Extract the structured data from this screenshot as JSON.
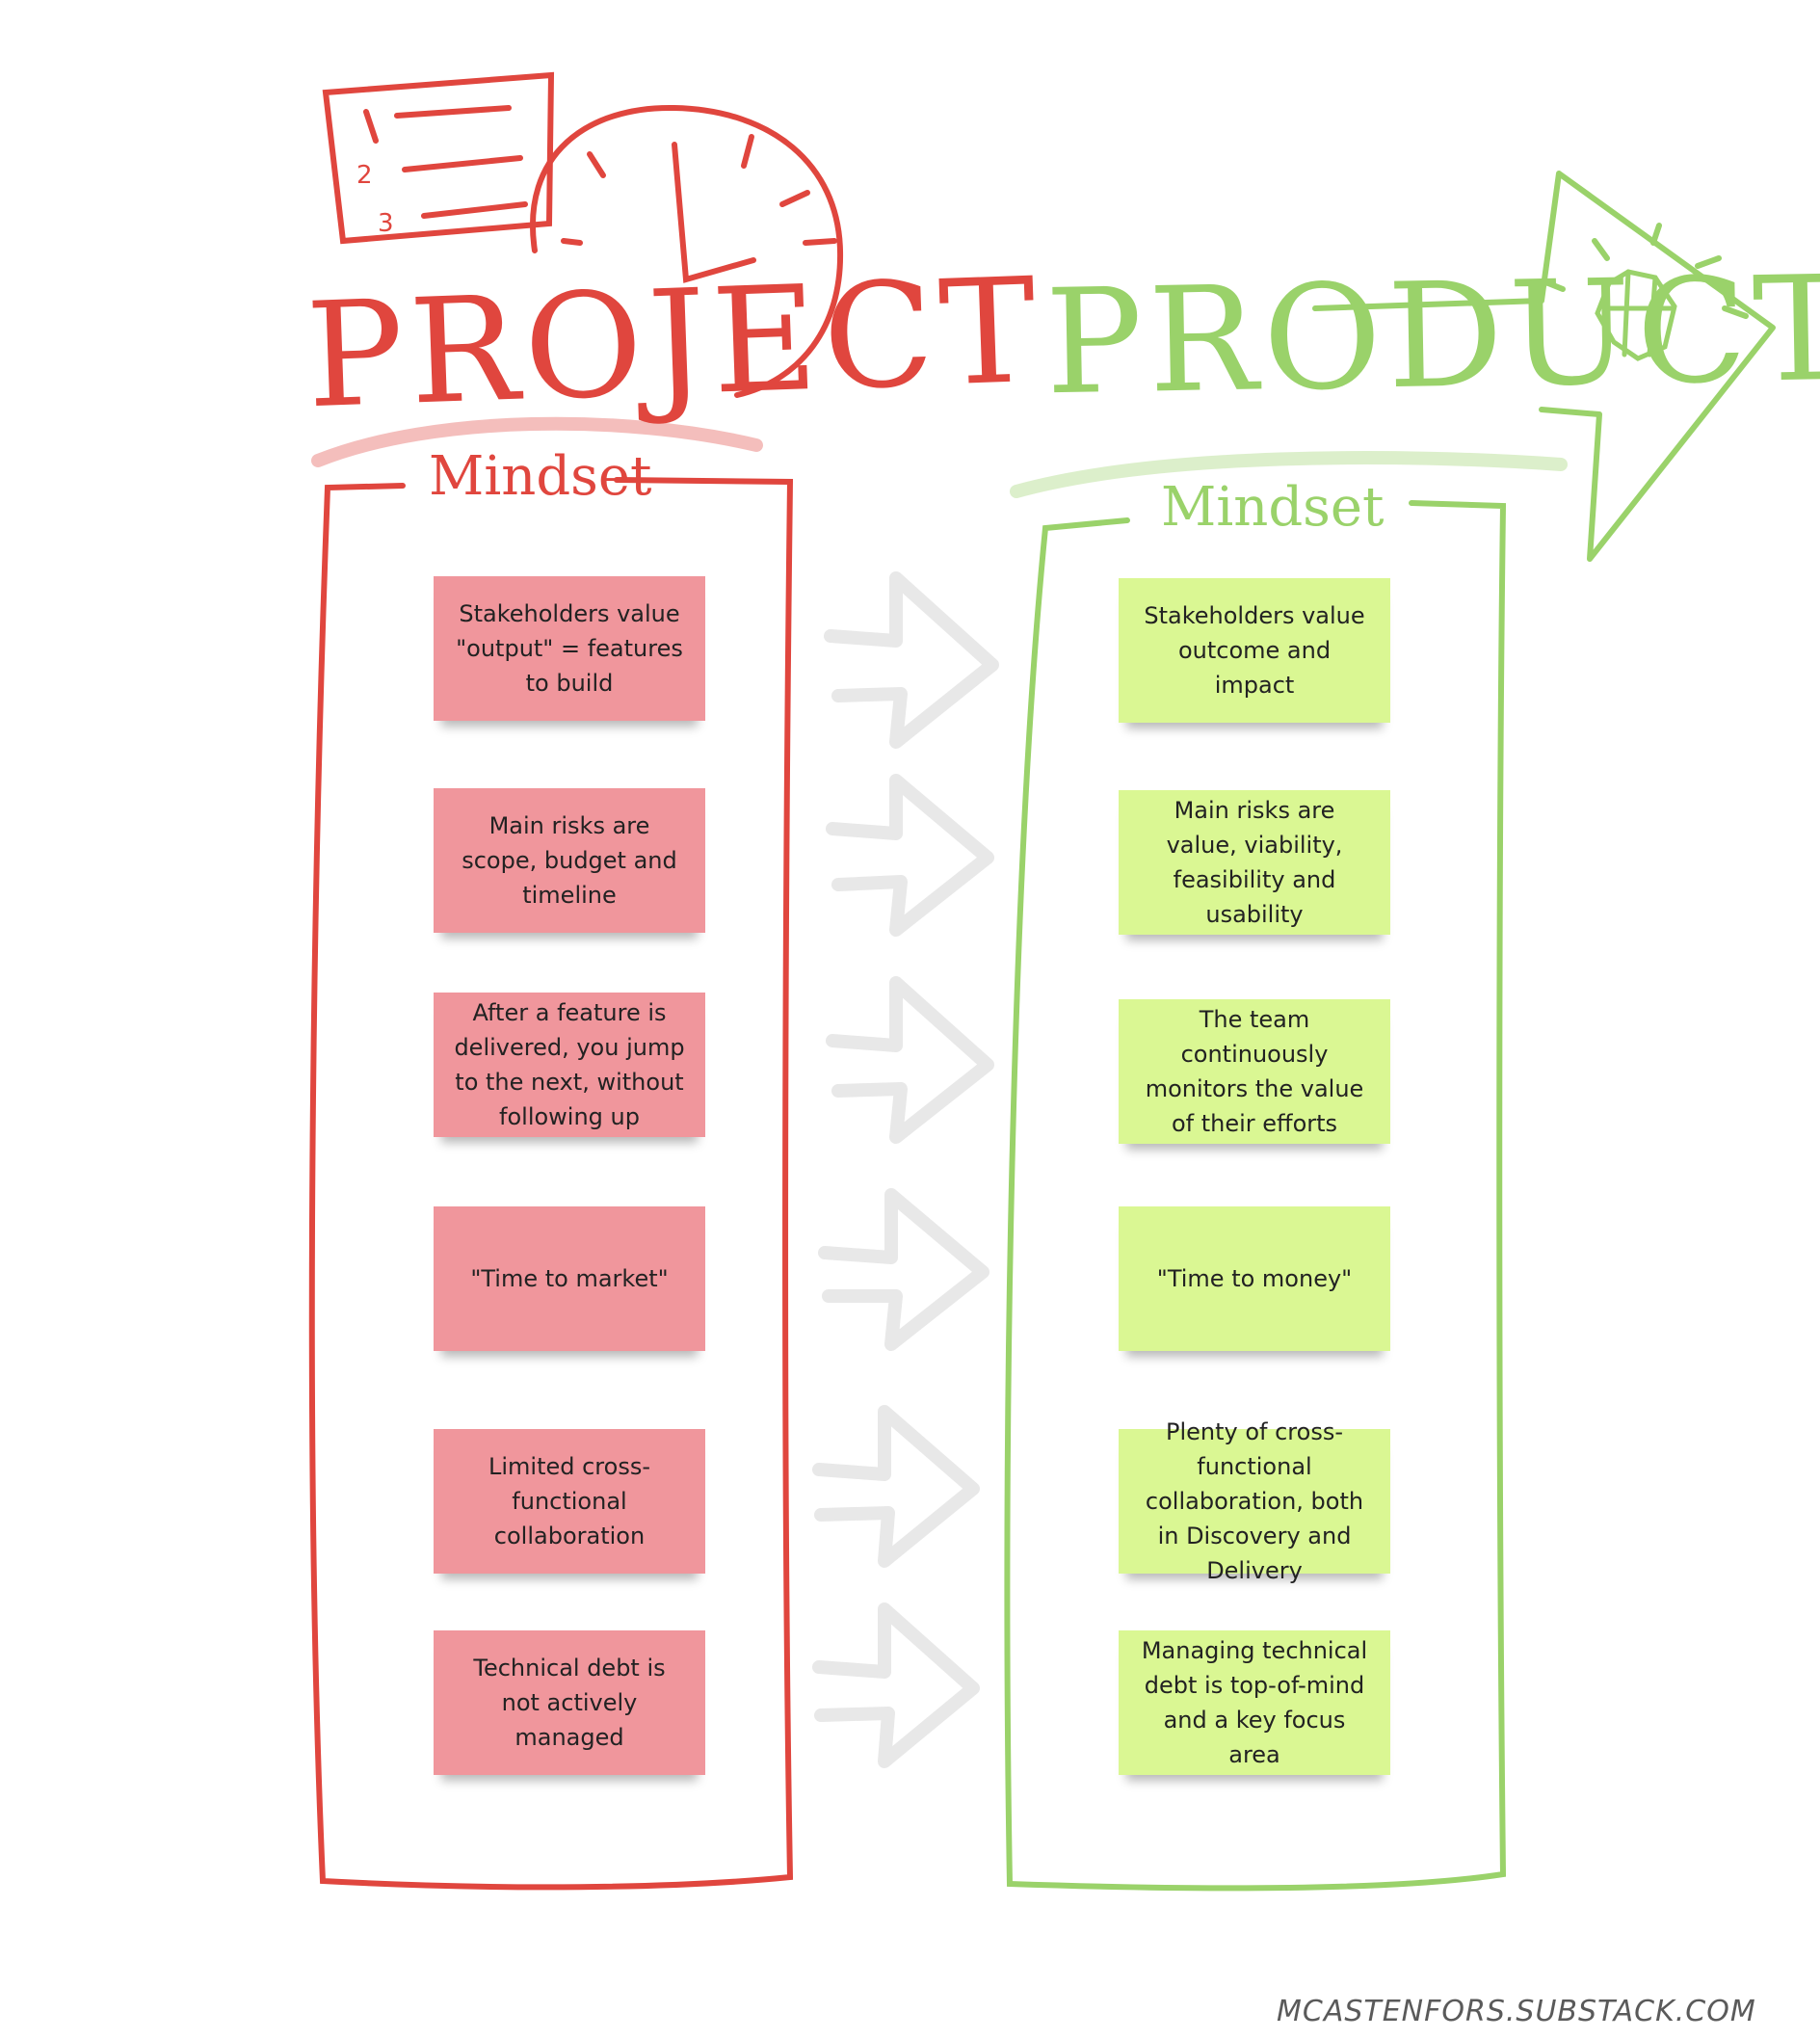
{
  "project": {
    "title": "PROJECT",
    "subtitle": "Mindset",
    "color": "#e0463e",
    "note_color": "#f0969c",
    "notes": [
      "Stakeholders value \"output\" = features to build",
      "Main risks are scope, budget and timeline",
      "After a feature is delivered, you jump to the next, without following up",
      "\"Time to market\"",
      "Limited cross-functional collaboration",
      "Technical debt is not actively managed"
    ]
  },
  "product": {
    "title": "PRODUCT",
    "subtitle": "Mindset",
    "color": "#9ad26a",
    "note_color": "#daf793",
    "notes": [
      "Stakeholders value outcome and impact",
      "Main risks are value, viability, feasibility and usability",
      "The team continuously monitors the value of their efforts",
      "\"Time to money\"",
      "Plenty of cross-functional collaboration, both in Discovery and Delivery",
      "Managing technical debt is top-of-mind and a key focus area"
    ]
  },
  "icons": [
    "numbered-list-icon",
    "clock-icon",
    "arrow-right-icon",
    "gem-icon"
  ],
  "watermark": "MCASTENFORS.SUBSTACK.COM"
}
